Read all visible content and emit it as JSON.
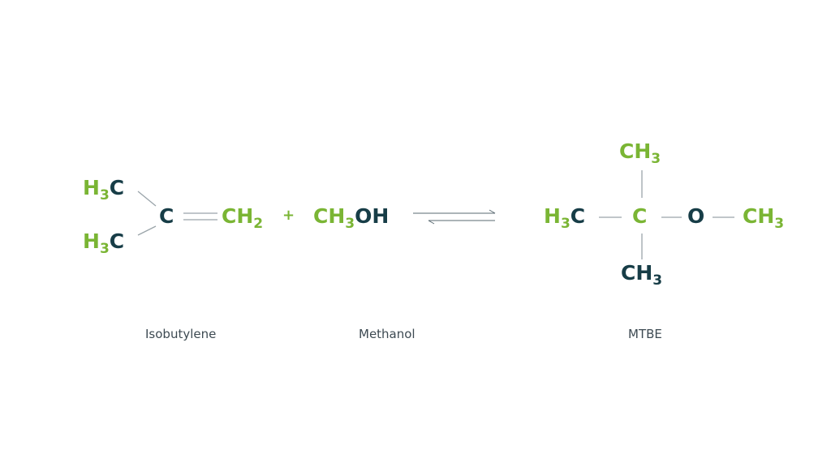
{
  "colors": {
    "green": "#7ab534",
    "dark": "#173d47",
    "line": "#9aa4aa",
    "caption": "#3d4a52"
  },
  "reaction": {
    "isobutylene": {
      "top_methyl": {
        "main": "H",
        "sub": "3",
        "tail": "C"
      },
      "bottom_methyl": {
        "main": "H",
        "sub": "3",
        "tail": "C"
      },
      "center": "C",
      "methylene": {
        "main": "CH",
        "sub": "2"
      }
    },
    "plus": "+",
    "methanol": {
      "main": "CH",
      "sub": "3",
      "tail": "OH"
    },
    "mtbe": {
      "left_methyl": {
        "main": "H",
        "sub": "3",
        "tail": "C"
      },
      "center": "C",
      "top_methyl": {
        "main": "CH",
        "sub": "3"
      },
      "bottom_methyl": {
        "main": "CH",
        "sub": "3"
      },
      "oxygen": "O",
      "right_methyl": {
        "main": "CH",
        "sub": "3"
      }
    }
  },
  "captions": {
    "isobutylene": "Isobutylene",
    "methanol": "Methanol",
    "mtbe": "MTBE"
  }
}
